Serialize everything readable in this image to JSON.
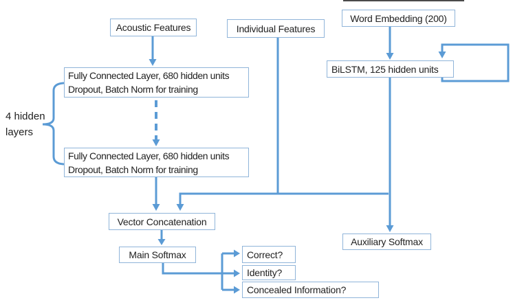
{
  "diagram": {
    "nodes": {
      "acoustic_features": {
        "label": "Acoustic Features"
      },
      "individual_features": {
        "label": "Individual Features"
      },
      "word_embedding": {
        "label": "Word Embedding (200)"
      },
      "fc_layer_1": {
        "line1": "Fully Connected Layer, 680 hidden units",
        "line2": "Dropout, Batch Norm for training"
      },
      "fc_layer_2": {
        "line1": "Fully Connected Layer, 680 hidden units",
        "line2": "Dropout, Batch Norm for training"
      },
      "bilstm": {
        "label": "BiLSTM, 125 hidden units"
      },
      "vector_concatenation": {
        "label": "Vector Concatenation"
      },
      "main_softmax": {
        "label": "Main Softmax"
      },
      "auxiliary_softmax": {
        "label": "Auxiliary Softmax"
      },
      "correct": {
        "label": "Correct?"
      },
      "identity": {
        "label": "Identity?"
      },
      "concealed_information": {
        "label": "Concealed Information?"
      }
    },
    "annotations": {
      "hidden_layers_label": "4 hidden layers"
    },
    "colors": {
      "connector": "#5B9BD5",
      "box_border": "#8FB4D9",
      "text": "#212121",
      "background": "#ffffff",
      "top_edge_artifact": "#4a4a4a"
    }
  }
}
